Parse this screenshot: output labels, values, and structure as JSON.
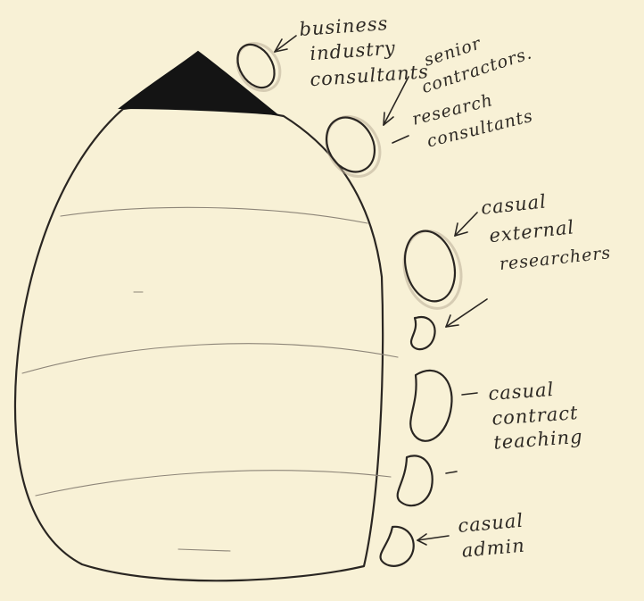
{
  "diagram": {
    "paper_color": "#f8f1d6",
    "pencil_color": "#2a2622",
    "tip_color": "#141414",
    "labels": {
      "business_industry_consultants": [
        "business",
        "industry",
        "consultants"
      ],
      "senior_contractors": [
        "senior",
        "contractors."
      ],
      "research_consultants": [
        "research",
        "consultants"
      ],
      "casual_external_researchers": [
        "casual",
        "external",
        "researchers"
      ],
      "casual_contract_teaching": [
        "casual",
        "contract",
        "teaching"
      ],
      "casual_admin": [
        "casual",
        "admin"
      ]
    }
  }
}
